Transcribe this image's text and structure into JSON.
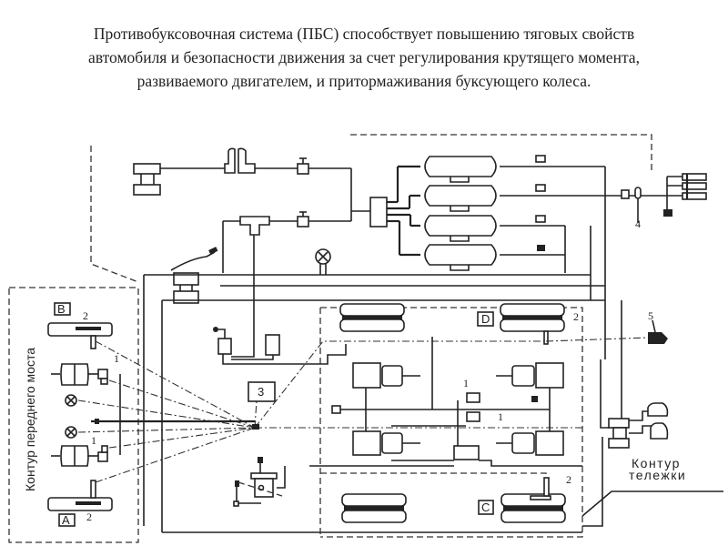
{
  "caption": {
    "lines": [
      "Противобуксовочная система (ПБС) способствует повышению тяговых свойств",
      "автомобиля и безопасности движения за счет регулирования крутящего момента,",
      "развиваемого двигателем, и притормаживания буксующего колеса."
    ]
  },
  "diagram": {
    "front_contour_label": "Контур переднего моста",
    "bogie_contour_label": [
      "Контур",
      "тележки"
    ],
    "wheel_labels": {
      "A": "A",
      "B": "B",
      "C": "C",
      "D": "D"
    },
    "component_numbers": {
      "n1": "1",
      "n2": "2",
      "n3": "3",
      "n4": "4",
      "n5": "5"
    }
  }
}
